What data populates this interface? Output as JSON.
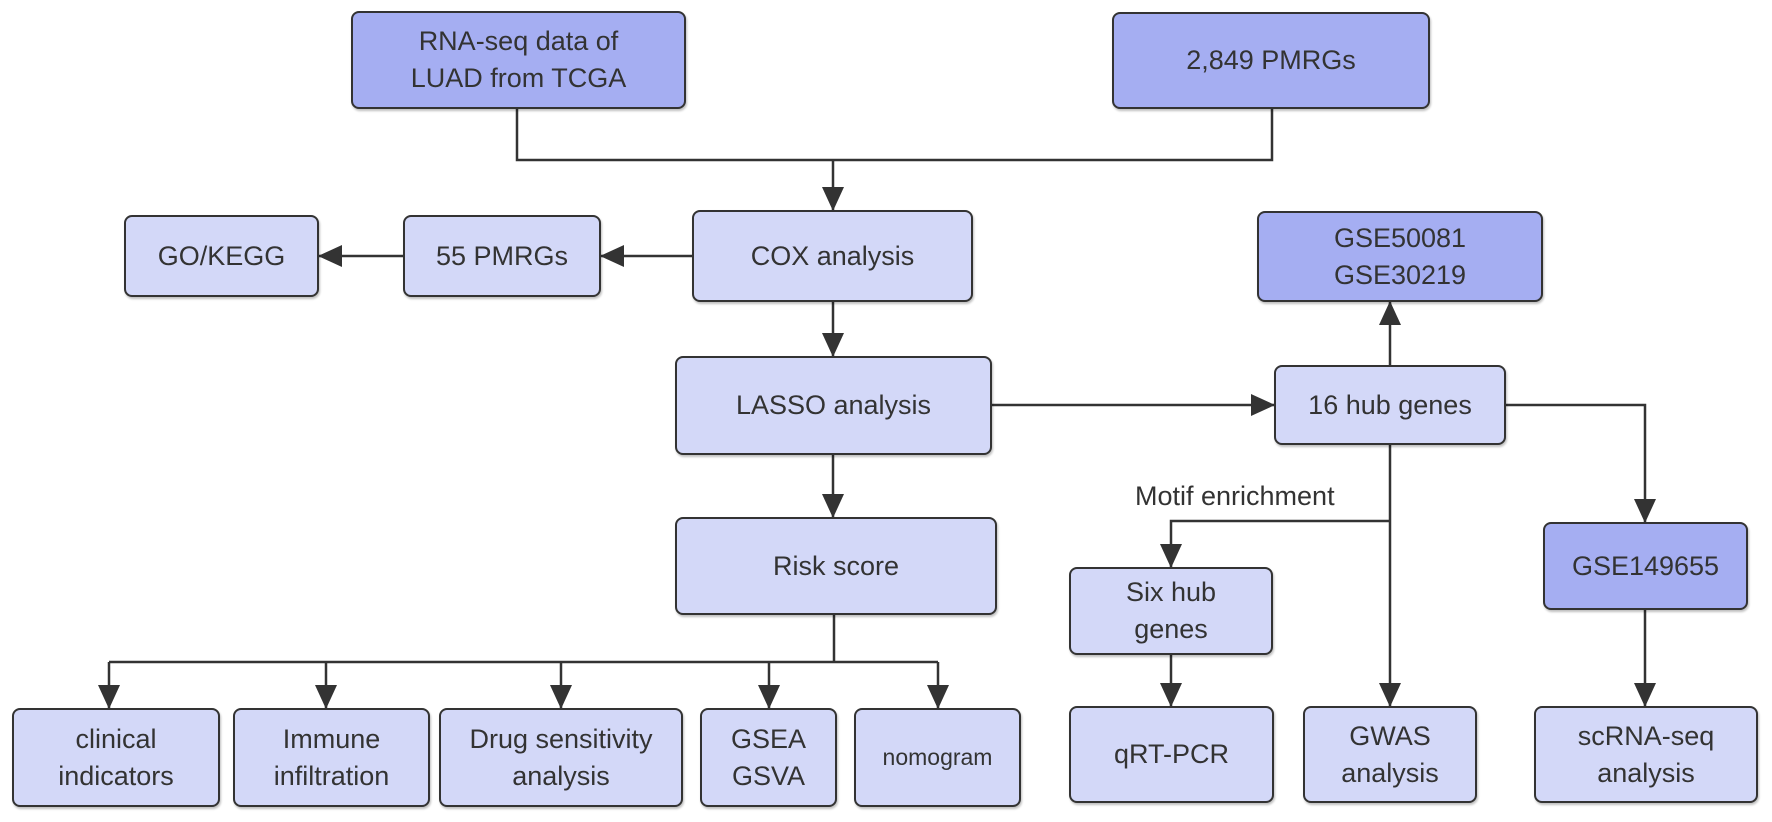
{
  "diagram": {
    "nodes": {
      "rnaseq": {
        "lines": [
          "RNA-seq data of",
          "LUAD from TCGA"
        ]
      },
      "pmrgs2849": {
        "lines": [
          "2,849 PMRGs"
        ]
      },
      "cox": {
        "lines": [
          "COX analysis"
        ]
      },
      "pmrgs55": {
        "lines": [
          "55 PMRGs"
        ]
      },
      "gokegg": {
        "lines": [
          "GO/KEGG"
        ]
      },
      "lasso": {
        "lines": [
          "LASSO analysis"
        ]
      },
      "hub16": {
        "lines": [
          "16 hub genes"
        ]
      },
      "gse_val": {
        "lines": [
          "GSE50081",
          "GSE30219"
        ]
      },
      "risk": {
        "lines": [
          "Risk score"
        ]
      },
      "clinical": {
        "lines": [
          "clinical",
          "indicators"
        ]
      },
      "immune": {
        "lines": [
          "Immune",
          "infiltration"
        ]
      },
      "drug": {
        "lines": [
          "Drug sensitivity",
          "analysis"
        ]
      },
      "gsea": {
        "lines": [
          "GSEA",
          "GSVA"
        ]
      },
      "nomogram": {
        "lines": [
          "nomogram"
        ]
      },
      "sixhub": {
        "lines": [
          "Six hub",
          "genes"
        ]
      },
      "qrtpcr": {
        "lines": [
          "qRT-PCR"
        ]
      },
      "gwas": {
        "lines": [
          "GWAS",
          "analysis"
        ]
      },
      "gse149655": {
        "lines": [
          "GSE149655"
        ]
      },
      "scrna": {
        "lines": [
          "scRNA-seq",
          "analysis"
        ]
      }
    },
    "edge_labels": {
      "motif": "Motif enrichment"
    },
    "colors": {
      "input_box": "#a5aef2",
      "process_box": "#d3d8f8",
      "stroke": "#333333"
    }
  }
}
